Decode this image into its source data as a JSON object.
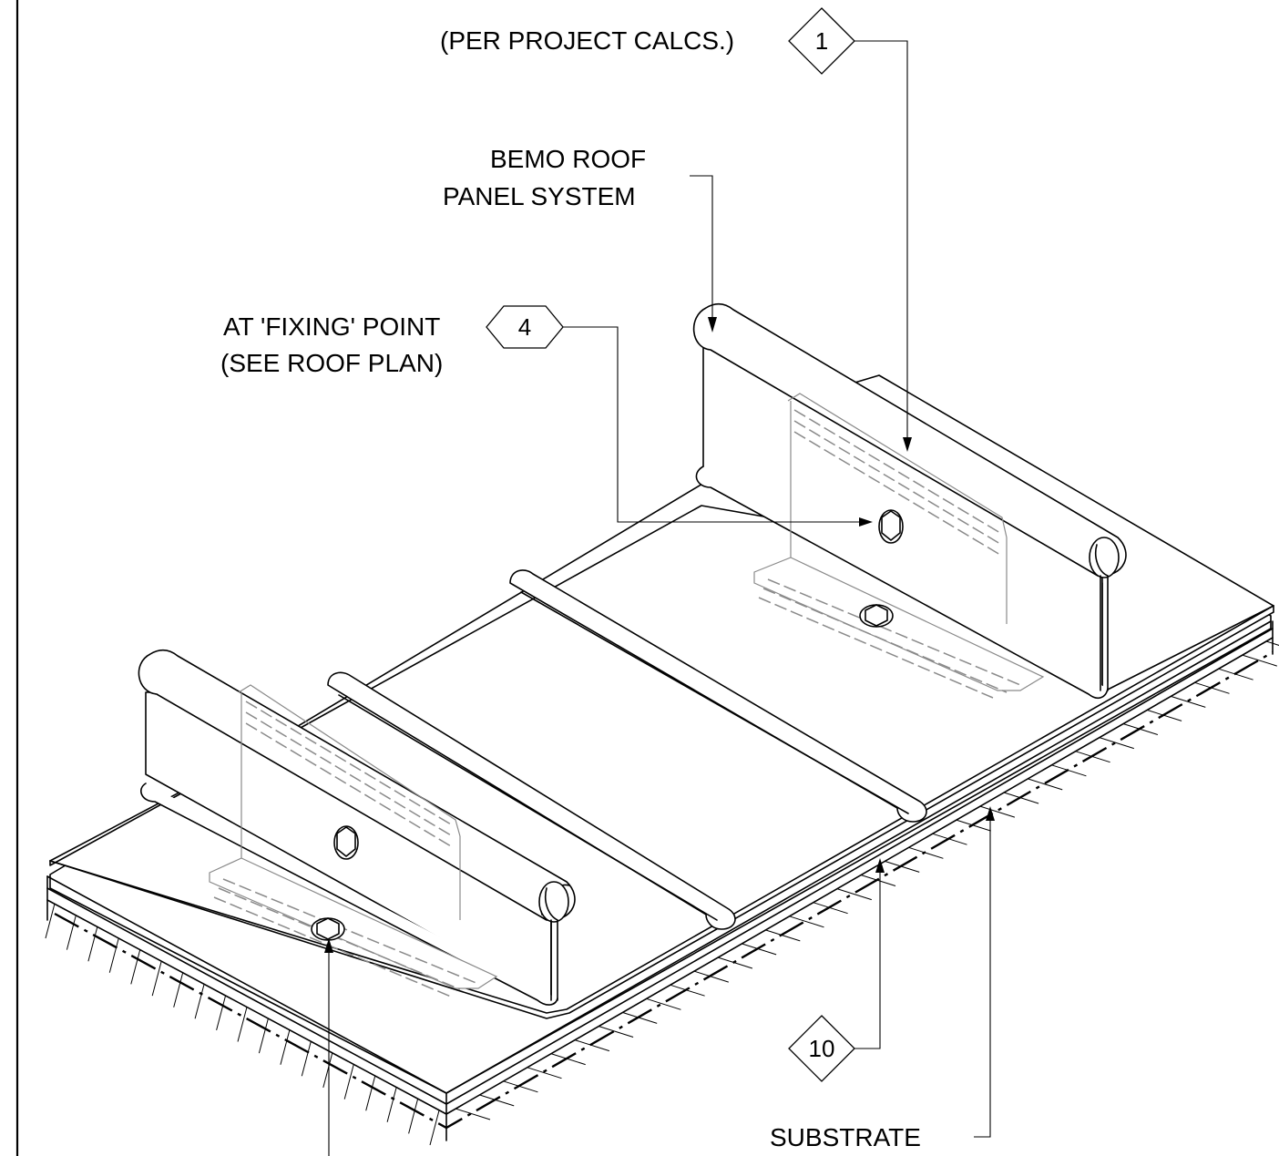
{
  "labels": {
    "per_project_calcs": "(PER PROJECT CALCS.)",
    "bemo_line1": "BEMO ROOF",
    "bemo_line2": "PANEL SYSTEM",
    "fixing_line1": "AT 'FIXING' POINT",
    "fixing_line2": "(SEE ROOF PLAN)",
    "substrate": "SUBSTRATE"
  },
  "tags": {
    "tag1": "1",
    "tag4": "4",
    "tag10": "10"
  }
}
